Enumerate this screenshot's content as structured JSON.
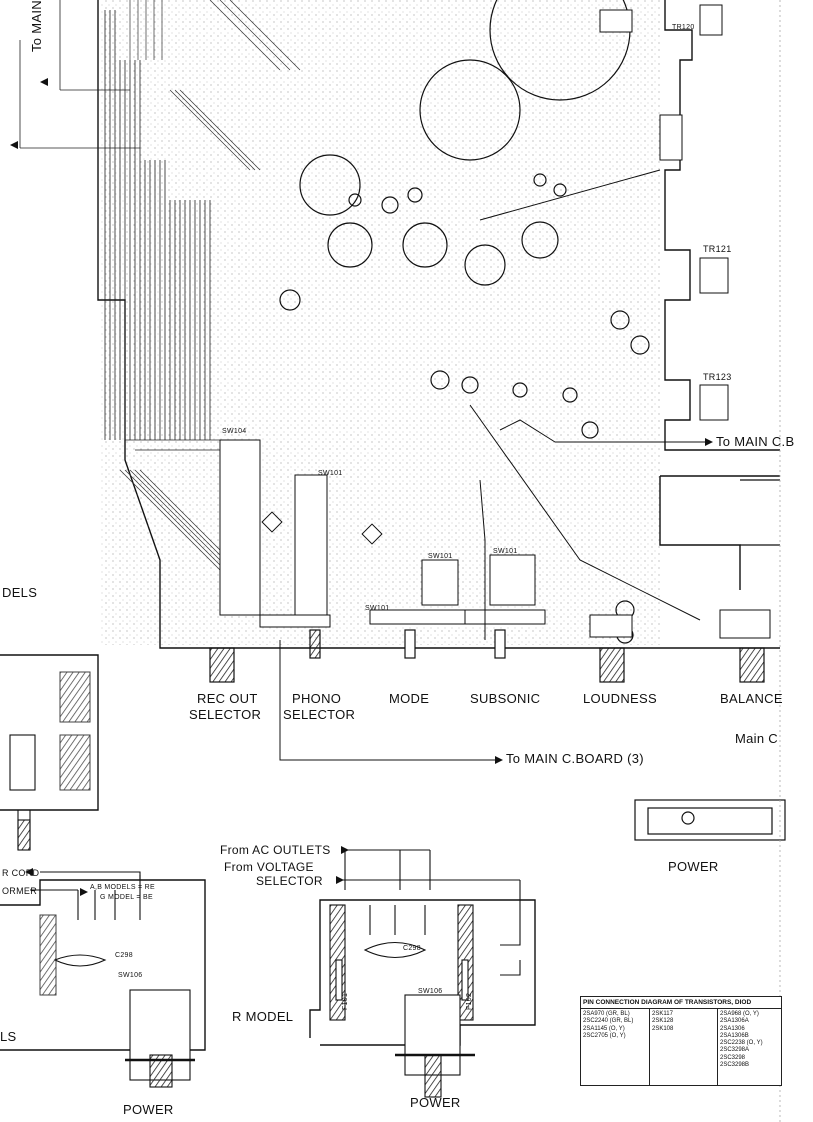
{
  "labels": {
    "to_main_c_left": "To MAIN C",
    "to_main_cb_right": "To MAIN C.B",
    "to_main_cboard3": "To MAIN C.BOARD (3)",
    "rec_out": "REC OUT",
    "selector": "SELECTOR",
    "phono": "PHONO",
    "phono_selector": "SELECTOR",
    "mode": "MODE",
    "subsonic": "SUBSONIC",
    "loudness": "LOUDNESS",
    "balance": "BALANCE",
    "main_c": "Main C",
    "models_cut": "DELS",
    "power_right": "POWER",
    "power_bottom_left": "POWER",
    "power_bottom_mid": "POWER",
    "r_model": "R MODEL",
    "ls_cut": "LS",
    "r_cord": "R CORD",
    "former": "ORMER",
    "ab_models": "A,B MODELS = RE",
    "g_model": "G MODEL = BE",
    "from_ac": "From AC OUTLETS",
    "from_voltage": "From VOLTAGE",
    "voltage_selector": "SELECTOR",
    "sw104": "SW104",
    "sw101a": "SW101",
    "sw101b": "SW101",
    "sw101c": "SW101",
    "sw101d": "SW101",
    "sw106a": "SW106",
    "sw106b": "SW106",
    "tr120": "TR120",
    "tr121": "TR121",
    "tr123": "TR123",
    "c298a": "C298",
    "c298b": "C298",
    "f101": "F101",
    "f102": "F102"
  },
  "pin_table": {
    "title": "PIN CONNECTION DIAGRAM OF TRANSISTORS, DIOD",
    "col1": [
      "2SA970 (GR, BL)",
      "2SC2240 (GR, BL)",
      "2SA1145 (O, Y)",
      "2SC2705 (O, Y)"
    ],
    "col2": [
      "2SK117",
      "2SK128",
      "2SK108"
    ],
    "col3": [
      "2SA968 (O, Y)",
      "2SA1306A",
      "2SA1306",
      "2SA1306B",
      "2SC2238 (O, Y)",
      "2SC3298A",
      "2SC3298",
      "2SC3298B"
    ]
  },
  "colors": {
    "ink": "#111111",
    "paper": "#ffffff"
  }
}
